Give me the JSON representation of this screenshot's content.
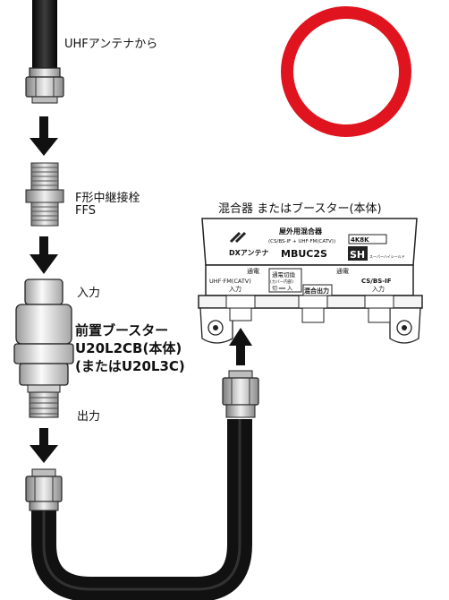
{
  "labels": {
    "uhf_antenna": "UHFアンテナから",
    "connector_name": "F形中継接栓",
    "connector_model": "FFS",
    "booster_input": "入力",
    "booster_title": "前置ブースター",
    "booster_model": "U20L2CB(本体)",
    "booster_alt": "(またはU20L3C)",
    "booster_output": "出力",
    "mixer_title": "混合器 またはブースター(本体)"
  },
  "mixer_device": {
    "brand": "DXアンテナ",
    "kind": "屋外用混合器",
    "spec": "(CS/BS-IF + UHF·FM(CATV))",
    "model": "MBUC2S",
    "badge_4k8k": "4K8K",
    "badge_sh": "SH",
    "badge_sh_sub": "スーパーハイシールド",
    "tsuuden_left": "通電",
    "tsuuden_right": "通電",
    "switch_label": "通電切換",
    "switch_sub": "(カバー内部)",
    "switch_state": "切 ━━ 入",
    "port_uhf_top": "UHF·FM(CATV)",
    "port_uhf_bottom": "入力",
    "port_mix": "混合出力",
    "port_cs_top": "CS/BS-IF",
    "port_cs_bottom": "入力"
  },
  "colors": {
    "cable": "#1a1a1a",
    "ring": "#e0141e",
    "arrow": "#111111"
  }
}
